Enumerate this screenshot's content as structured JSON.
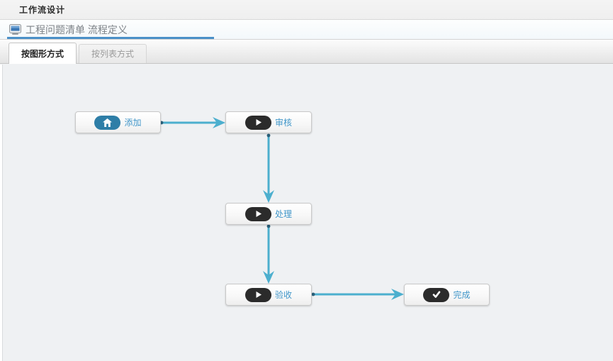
{
  "window": {
    "title": "工作流设计"
  },
  "breadcrumb": {
    "icon": "monitor-icon",
    "text": "工程问题清单 流程定义",
    "underline_color": "#4a90c8"
  },
  "tabs": [
    {
      "label": "按图形方式",
      "active": true
    },
    {
      "label": "按列表方式",
      "active": false
    }
  ],
  "workflow": {
    "nodes": [
      {
        "id": "add",
        "label": "添加",
        "icon": "home-icon",
        "badge_color": "#2e7ea7"
      },
      {
        "id": "review",
        "label": "审核",
        "icon": "play-icon",
        "badge_color": "#2b2b2b"
      },
      {
        "id": "process",
        "label": "处理",
        "icon": "play-icon",
        "badge_color": "#2b2b2b"
      },
      {
        "id": "accept",
        "label": "验收",
        "icon": "play-icon",
        "badge_color": "#2b2b2b"
      },
      {
        "id": "complete",
        "label": "完成",
        "icon": "check-icon",
        "badge_color": "#2b2b2b"
      }
    ],
    "connections": [
      {
        "from": "添加",
        "to": "审核"
      },
      {
        "from": "审核",
        "to": "处理"
      },
      {
        "from": "处理",
        "to": "验收"
      },
      {
        "from": "验收",
        "to": "完成"
      }
    ],
    "arrow_color": "#4cafce"
  },
  "colors": {
    "canvas_bg": "#eff1f3",
    "node_text": "#4196c9",
    "topbar_bg": "#f2f2f2"
  }
}
